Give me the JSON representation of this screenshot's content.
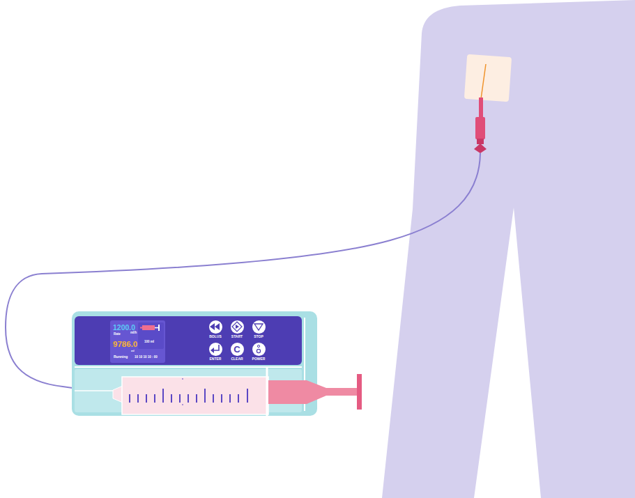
{
  "diagram": {
    "nodes": [
      {
        "text": [
          "1200.0",
          "Rate",
          "ml/h",
          "9786.0",
          "ml",
          "Running",
          "10 10 10 10 : 00"
        ]
      },
      {
        "text": [
          "100 ml"
        ],
        "in": 0
      },
      {
        "text": [
          "BOLUS"
        ]
      },
      {
        "text": [
          "START"
        ]
      },
      {
        "text": [
          "STOP"
        ]
      },
      {
        "text": [
          "ENTER"
        ]
      },
      {
        "text": [
          "C",
          "CLEAR"
        ]
      },
      {
        "text": [
          "POWER"
        ]
      }
    ]
  }
}
